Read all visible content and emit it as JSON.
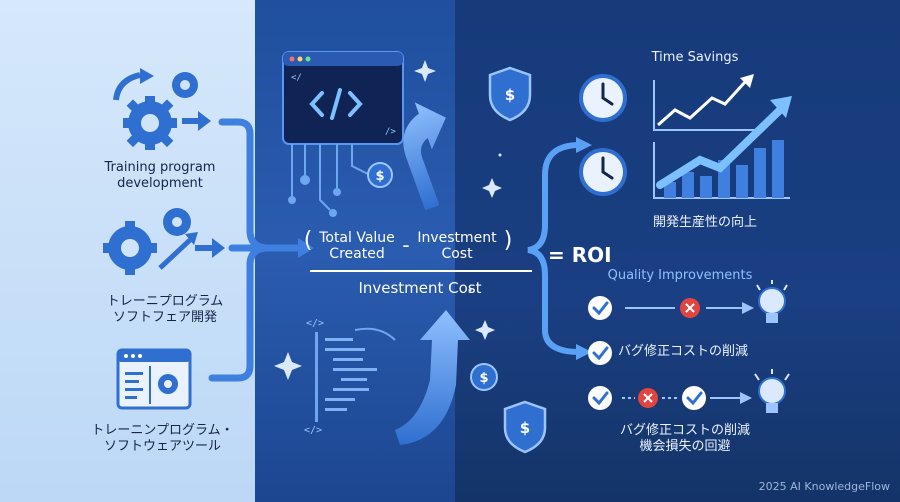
{
  "left_items": [
    {
      "label": "Training program\ndevelopment"
    },
    {
      "label": "トレーニプログラム\nソフトフェア開発"
    },
    {
      "label": "トレーニンプログラム・\nソフトウェアツール"
    }
  ],
  "formula": {
    "open_paren": "(",
    "total_value": "Total Value\nCreated",
    "minus": "-",
    "investment": "Investment\nCost",
    "close_paren": ")",
    "denominator": "Investment Cost",
    "equals": "= ROI"
  },
  "right": {
    "time_savings": "Time Savings",
    "dev_productivity": "開発生産性の向上",
    "quality": "Quality Improvements",
    "bug_fix": "バグ修正コストの削減",
    "bug_fix2": "バグ修正コストの削減\n機会損失の回避"
  },
  "code_symbol": "</>",
  "dollar_symbol": "$",
  "footer": "2025 AI KnowledgeFlow",
  "colors": {
    "left_bg": "#cfe3f9",
    "mid_bg": "#2356a8",
    "right_bg": "#17397a",
    "accent": "#4f93ef",
    "icon_dark": "#2f6fd0",
    "error_red": "#e0453f"
  }
}
